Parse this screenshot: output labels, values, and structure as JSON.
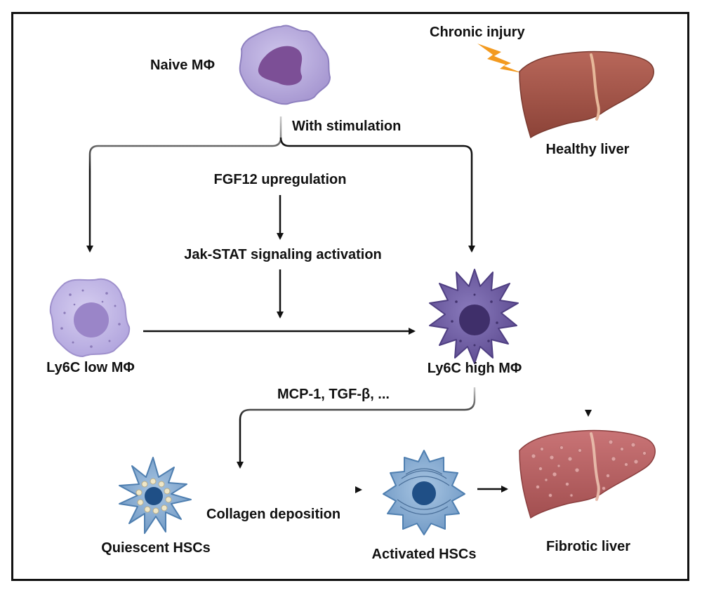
{
  "labels": {
    "naive": "Naive MΦ",
    "with_stimulation": "With stimulation",
    "fgf12": "FGF12 upregulation",
    "jak_stat": "Jak-STAT signaling activation",
    "ly6c_low": "Ly6C low MΦ",
    "ly6c_high": "Ly6C high MΦ",
    "mediators": "MCP-1, TGF-β, ...",
    "collagen": "Collagen deposition",
    "quiescent": "Quiescent HSCs",
    "activated": "Activated HSCs",
    "chronic_injury": "Chronic injury",
    "healthy_liver": "Healthy liver",
    "fibrotic_liver": "Fibrotic liver"
  },
  "colors": {
    "macrophage_naive": "#b3a7d9",
    "macrophage_low": "#c2b8e6",
    "macrophage_high": "#6c5a9e",
    "hsc": "#7fa7cf",
    "liver_healthy": "#a65a4e",
    "liver_fibrotic": "#c0666a",
    "injury_bolt": "#f39a1f",
    "arrow": "#111111"
  }
}
